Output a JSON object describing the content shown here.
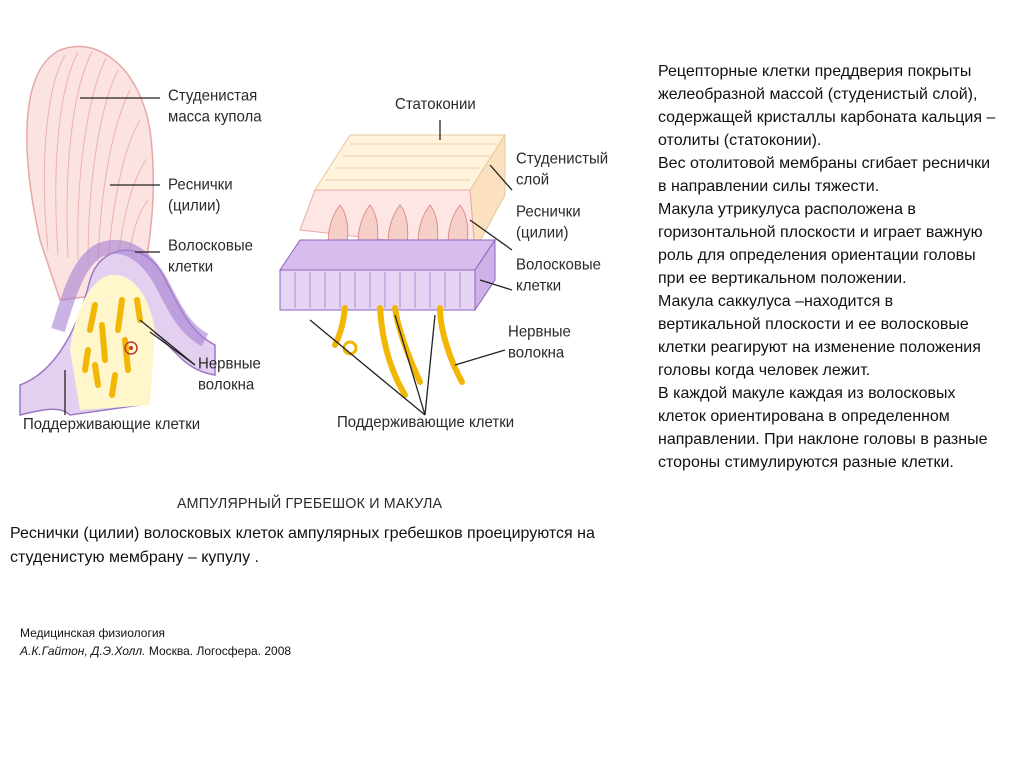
{
  "figure": {
    "labels": {
      "cupula_gel": "Студенистая масса купола",
      "cilia_left": "Реснички (цилии)",
      "hair_cells_left": "Волосковые клетки",
      "nerve_fibers_left": "Нервные волокна",
      "supporting_left": "Поддерживающие клетки",
      "statoconia": "Статоконии",
      "gel_layer": "Студенистый слой",
      "cilia_right": "Реснички (цилии)",
      "hair_cells_right": "Волосковые клетки",
      "nerve_fibers_right": "Нервные волокна",
      "supporting_right": "Поддерживающие клетки"
    },
    "caption": "АМПУЛЯРНЫЙ ГРЕБЕШОК И МАКУЛА"
  },
  "right_text": [
    "Рецепторные клетки преддверия покрыты желеобразной массой (студенистый слой), содержащей кристаллы карбоната кальция – отолиты (статоконии).",
    "Вес отолитовой мембраны сгибает реснички в направлении силы тяжести.",
    "Макула утрикулуса расположена в горизонтальной плоскости и играет важную роль для определения ориентации головы при ее вертикальном положении.",
    "Макула саккулуса –находится в вертикальной плоскости и ее волосковые клетки реагируют на изменение положения головы когда человек лежит.",
    "В каждой макуле каждая из волосковых клеток ориентирована в определенном направлении. При наклоне головы в разные стороны стимулируются разные клетки."
  ],
  "cilia_text": "Реснички (цилии) волосковых клеток ампулярных гребешков проецируются на студенистую мембрану – купулу .",
  "source": {
    "line1": "Медицинская физиология",
    "authors": "А.К.Гайтон, Д.Э.Холл.",
    "publisher": " Москва. Логосфера. 2008"
  }
}
